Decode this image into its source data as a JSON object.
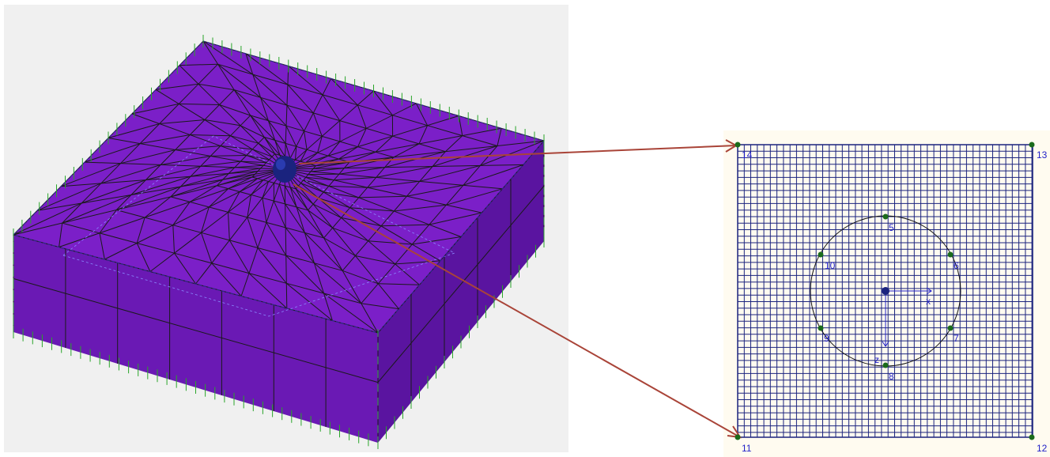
{
  "colors": {
    "viewport_bg": "#f0f0f0",
    "block_top": "#7b1fc8",
    "block_front": "#6a19b4",
    "block_side": "#5a14a0",
    "mesh_line": "#1a1a1a",
    "support_tick": "#2aa52a",
    "pile": "#1a237e",
    "grid_bg": "#fffbf0",
    "grid_line": "#1a237e",
    "arrow": "#a94438",
    "point_fill": "#1b6b1b",
    "label": "#2323c8"
  },
  "points": [
    {
      "id": "p14",
      "label": "14"
    },
    {
      "id": "p13",
      "label": "13"
    },
    {
      "id": "p11",
      "label": "11"
    },
    {
      "id": "p12",
      "label": "12"
    },
    {
      "id": "p5",
      "label": "5"
    },
    {
      "id": "p6",
      "label": "6"
    },
    {
      "id": "p7",
      "label": "7"
    },
    {
      "id": "p8",
      "label": "8"
    },
    {
      "id": "p9",
      "label": "9"
    },
    {
      "id": "p10",
      "label": "10"
    }
  ],
  "axes": {
    "x_label": "x",
    "z_label": "z"
  }
}
